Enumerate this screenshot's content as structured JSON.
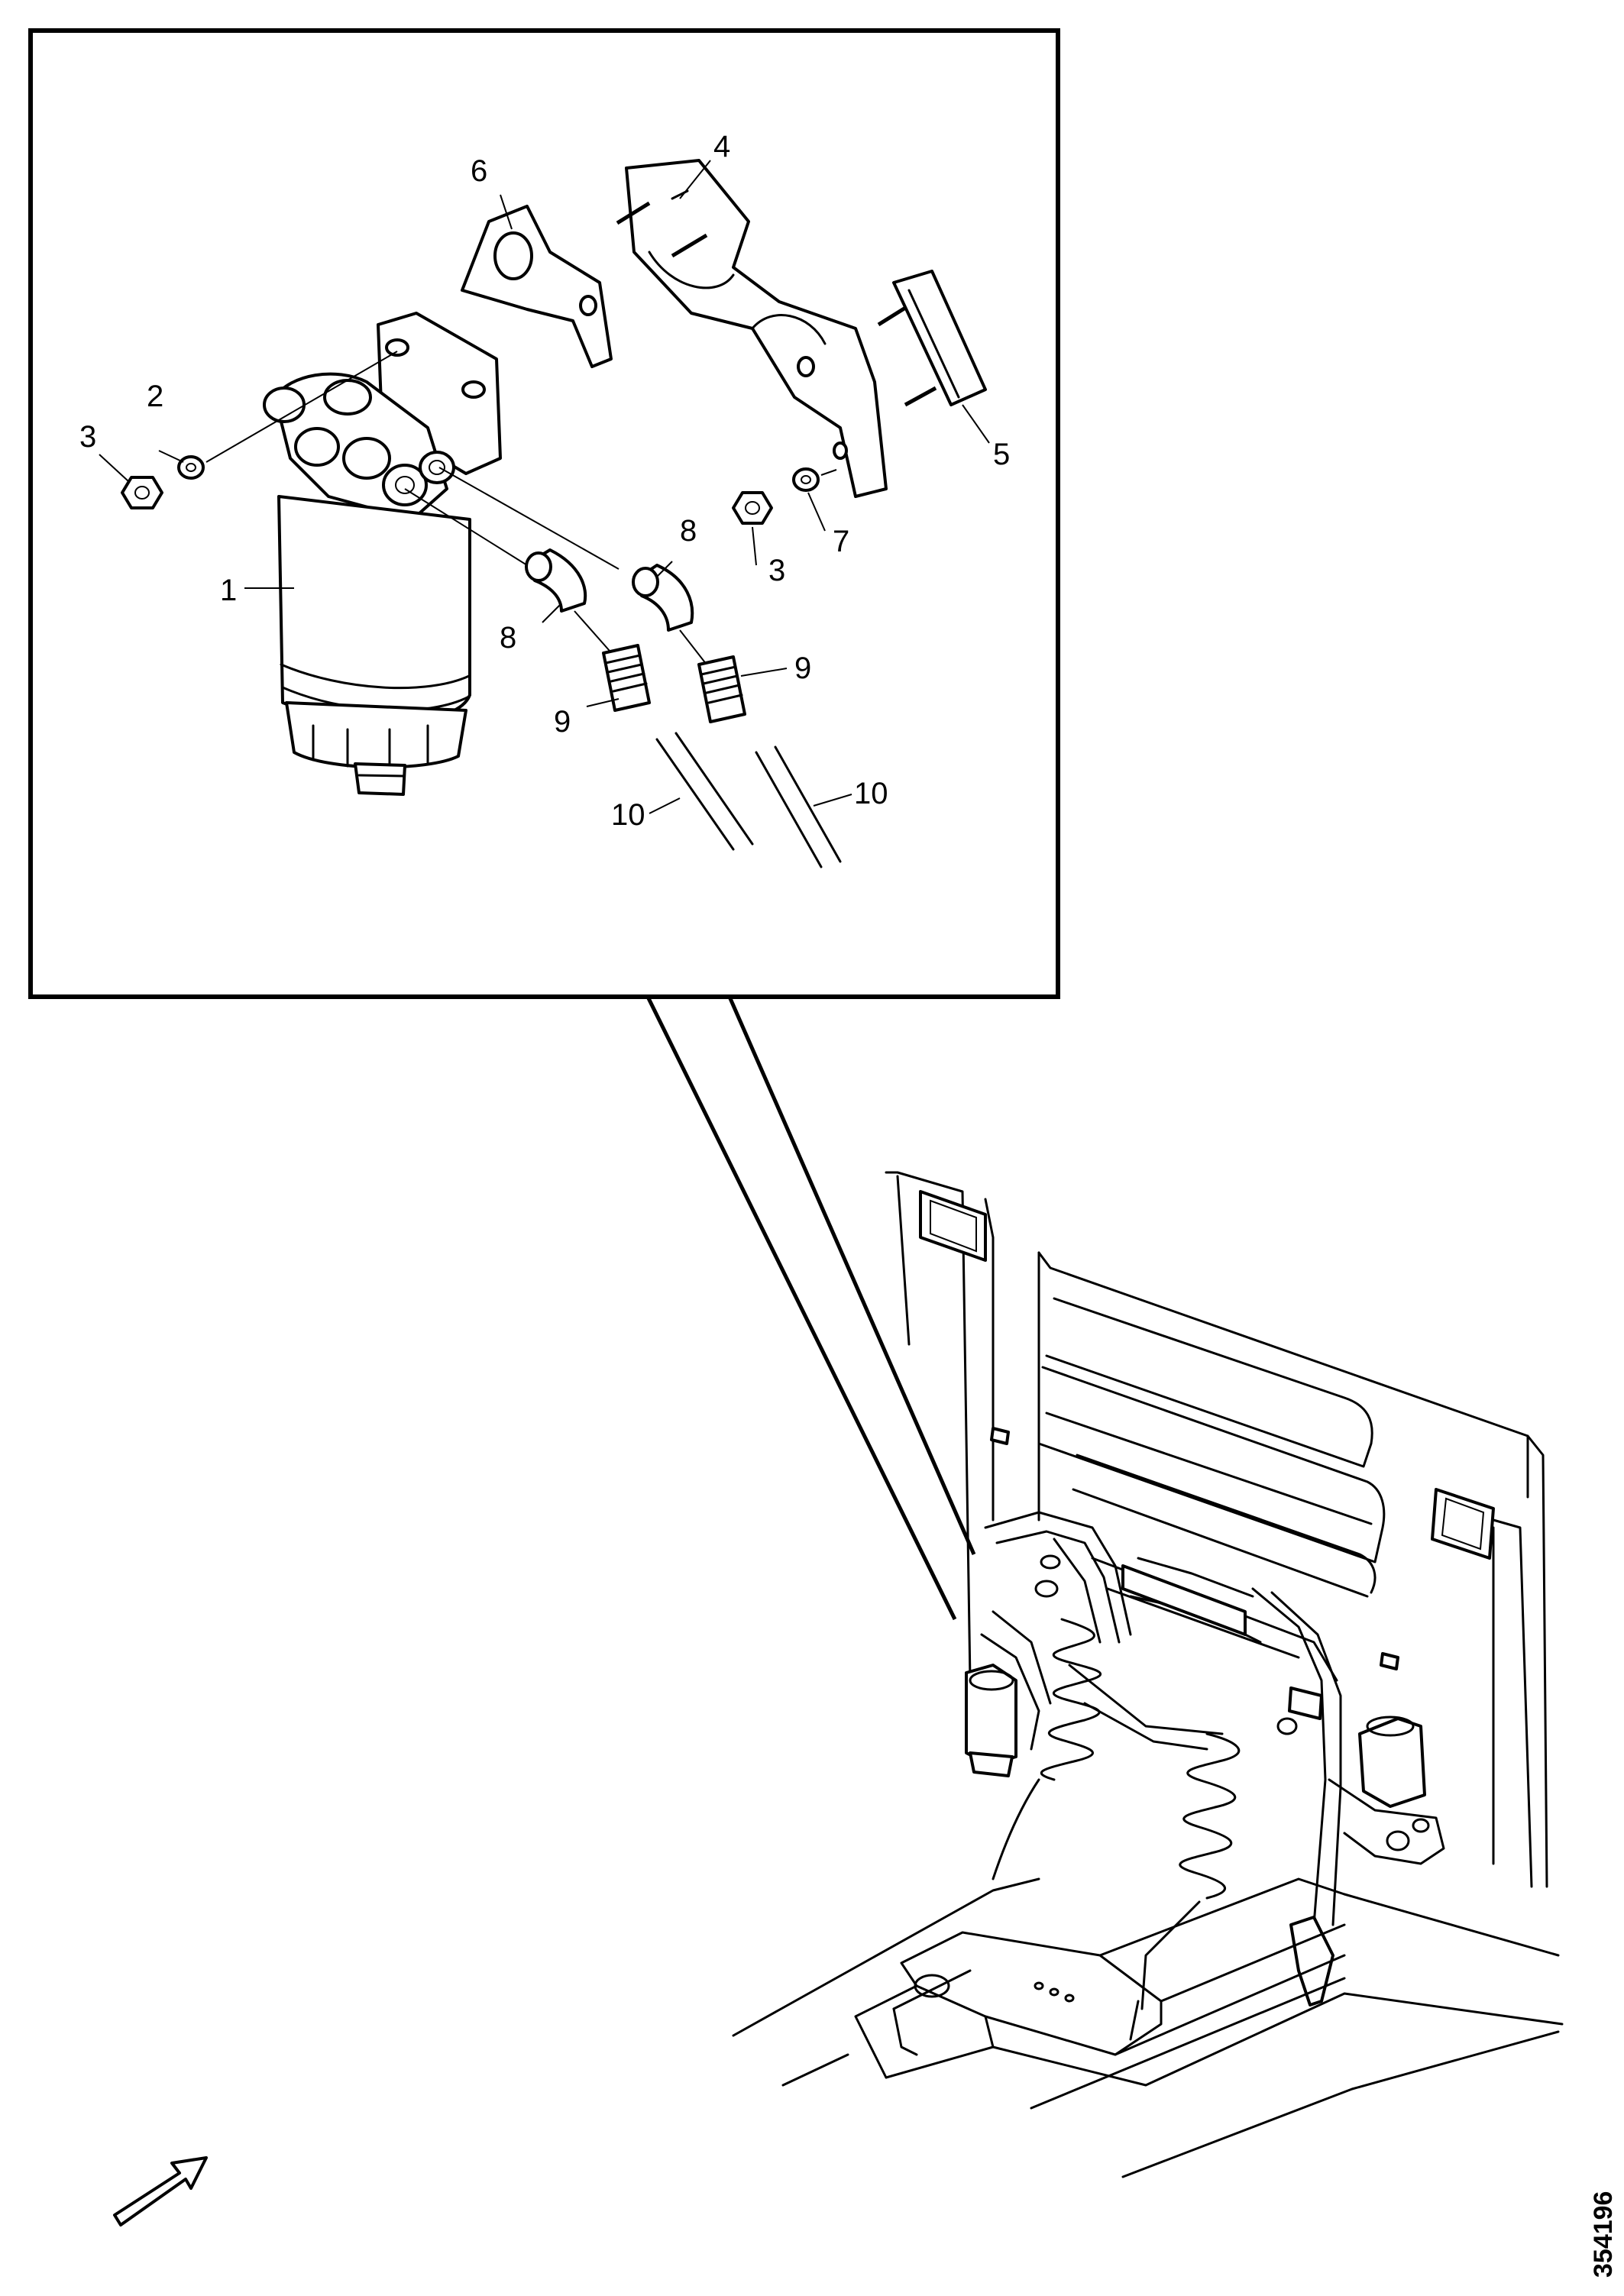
{
  "callouts": [
    {
      "id": "c1",
      "text": "1"
    },
    {
      "id": "c2",
      "text": "2"
    },
    {
      "id": "c3a",
      "text": "3"
    },
    {
      "id": "c3b",
      "text": "3"
    },
    {
      "id": "c4",
      "text": "4"
    },
    {
      "id": "c5",
      "text": "5"
    },
    {
      "id": "c6",
      "text": "6"
    },
    {
      "id": "c7",
      "text": "7"
    },
    {
      "id": "c8a",
      "text": "8"
    },
    {
      "id": "c8b",
      "text": "8"
    },
    {
      "id": "c9a",
      "text": "9"
    },
    {
      "id": "c9b",
      "text": "9"
    },
    {
      "id": "c10a",
      "text": "10"
    },
    {
      "id": "c10b",
      "text": "10"
    }
  ],
  "reference_number": "354196",
  "icons": {
    "direction_arrow": "arrow-up-right-icon"
  },
  "colors": {
    "line": "#000000",
    "background": "#ffffff"
  }
}
